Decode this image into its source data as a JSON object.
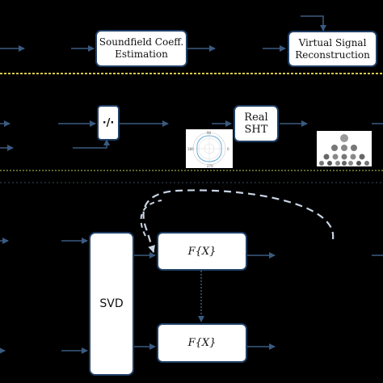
{
  "panel1": {
    "box1": {
      "line1": "Soundfield Coeff.",
      "line2": "Estimation"
    },
    "box2": {
      "line1": "Virtual Signal",
      "line2": "Reconstruction"
    }
  },
  "panel2": {
    "divide": "·/·",
    "sht": {
      "line1": "Real",
      "line2": "SHT"
    },
    "polar_ticks": [
      "90",
      "180",
      "270",
      "0"
    ]
  },
  "panel3": {
    "svd": "SVD",
    "f_top": "F{X}",
    "f_bottom": "F{X}"
  },
  "colors": {
    "separator1": "#d9c84a",
    "separator2": "#7a8a3a",
    "separator3": "#3a4a5a",
    "arrow": "#3a5a80",
    "dashed": "#c8d4e4"
  }
}
